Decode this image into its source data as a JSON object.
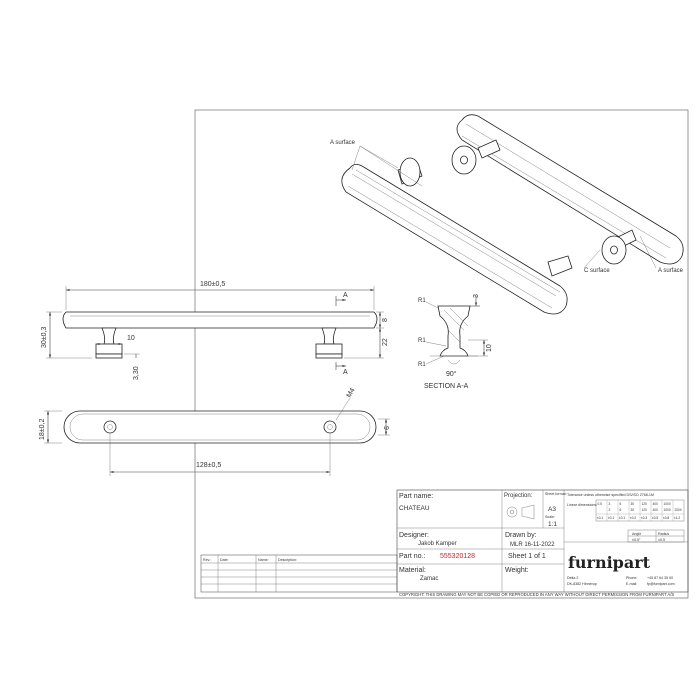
{
  "dimensions": {
    "length": "180±0,5",
    "height": "30±0,3",
    "thickness_top": "8",
    "leg_height": "22",
    "leg_width": "10",
    "base_thk": "3,30",
    "width": "18±0,2",
    "slot_width": "9",
    "hole_spacing": "128±0,5",
    "thread": "M4",
    "section_marker": "A"
  },
  "section": {
    "title": "SECTION A-A",
    "r1": "R1",
    "depth": "3",
    "width": "10",
    "angle": "90°"
  },
  "iso_labels": {
    "a_surface": "A surface",
    "c_surface": "C surface"
  },
  "title_block": {
    "part_name_label": "Part name:",
    "part_name": "CHATEAU",
    "projection_label": "Projection:",
    "sheet_format_label": "Sheet format:",
    "sheet_format": "A3",
    "scale_label": "Scale:",
    "scale": "1:1",
    "designer_label": "Designer:",
    "designer": "Jakob Kamper",
    "drawn_by_label": "Drawn by:",
    "drawn_by": "MLR 16-11-2022",
    "part_no_label": "Part no.:",
    "part_no": "555320128",
    "sheet_label": "Sheet 1 of 1",
    "material_label": "Material:",
    "material": "Zamac",
    "weight_label": "Weight:",
    "weight": "",
    "tolerance_note": "Tolerance unless otherwise specified DS/ISO 2768-1M",
    "linear_label": "Linear dimensions:",
    "tol_ranges": [
      "0.5",
      "3",
      "6",
      "30",
      "120",
      "400",
      "1000"
    ],
    "tol_range_tops": [
      "3",
      "6",
      "30",
      "120",
      "400",
      "1000",
      "2000"
    ],
    "tol_values": [
      "±0.1",
      "±0.1",
      "±0.1",
      "±0.2",
      "±0.3",
      "±0.5",
      "±0.8",
      "±1.2"
    ],
    "angle_label": "Angle",
    "radius_label": "Radius",
    "angle_value": "±0.5°",
    "radius_value": "±0.5",
    "brand": "furnipart",
    "address_line1": "Delta 2",
    "address_line2": "DK-8382 Hinnerup",
    "phone_label": "Phone:",
    "phone": "+45 87 64 35 00",
    "email_label": "E-mail:",
    "email": "fp@furnipart.com"
  },
  "revision_table": {
    "headers": [
      "Rev.:",
      "Date:",
      "Name:",
      "Description:"
    ]
  },
  "copyright": "COPYRIGHT: THIS DRAWING MAY NOT BE COPIED OR REPRODUCED IN ANY WAY WITHOUT DIRECT PERMISSION FROM FURNIPART A/S"
}
